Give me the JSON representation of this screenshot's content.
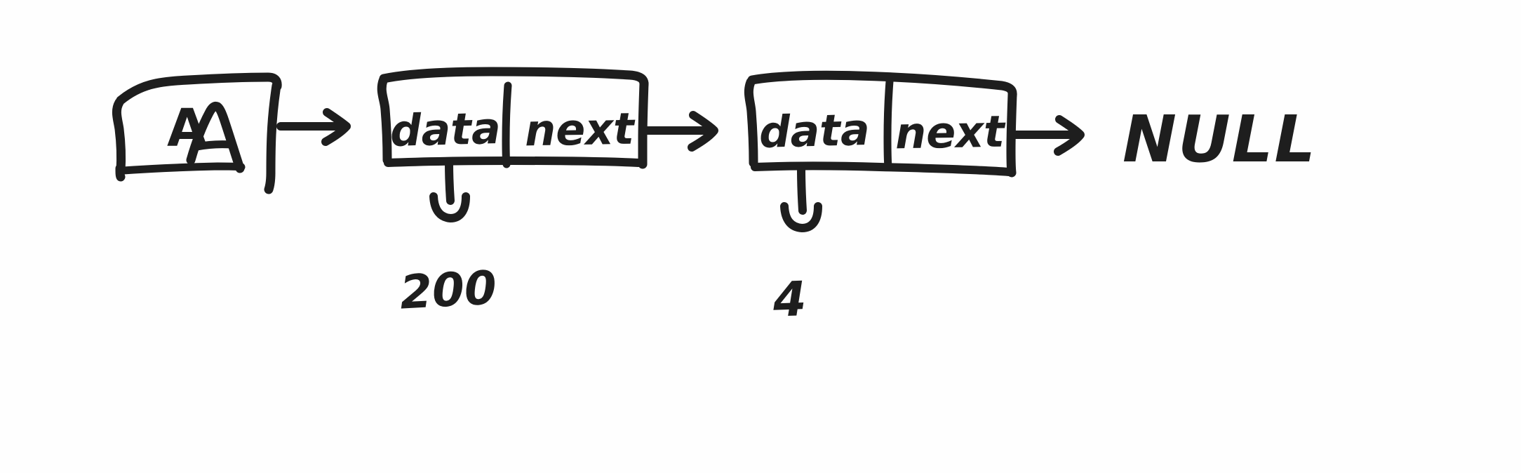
{
  "diagram": {
    "type": "hand-drawn-sketch",
    "subject": "singly-linked-list",
    "background_color": "#fefefe",
    "ink_color": "#1e1e1e",
    "pointer_box": {
      "label": "A",
      "shape": "rounded-rectangle"
    },
    "nodes": [
      {
        "id": "node-1",
        "data_label": "data",
        "next_label": "next",
        "value": "200",
        "value_connector": "down-hook-arrow"
      },
      {
        "id": "node-2",
        "data_label": "data",
        "next_label": "next",
        "value": "4",
        "value_connector": "down-hook-arrow"
      }
    ],
    "terminator": {
      "label": "NULL"
    },
    "arrows": [
      {
        "id": "arrow-pointer-to-node1",
        "from": "pointer-box",
        "to": "node-1",
        "glyph": "right-arrow"
      },
      {
        "id": "arrow-node1-to-node2",
        "from": "node-1",
        "to": "node-2",
        "glyph": "right-arrow"
      },
      {
        "id": "arrow-node2-to-null",
        "from": "node-2",
        "to": "terminator",
        "glyph": "right-arrow"
      }
    ]
  }
}
